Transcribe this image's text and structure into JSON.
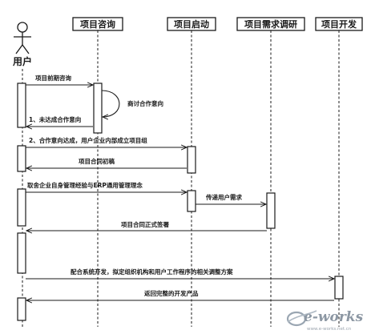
{
  "actor": {
    "label": "用户"
  },
  "participants": [
    {
      "id": "consult",
      "label": "项目咨询"
    },
    {
      "id": "start",
      "label": "项目启动"
    },
    {
      "id": "research",
      "label": "项目需求调研"
    },
    {
      "id": "develop",
      "label": "项目开发"
    }
  ],
  "messages": [
    {
      "id": "m1",
      "text": "项目前期咨询"
    },
    {
      "id": "m2",
      "text": "商讨合作意向"
    },
    {
      "id": "m3",
      "text": "1、未达成合作意向"
    },
    {
      "id": "m4",
      "text": "2、合作意向达成，用户企业内部成立项目组"
    },
    {
      "id": "m5",
      "text": "项目合同初稿"
    },
    {
      "id": "m6",
      "text": "取舍企业自身管理经验与ERP通用管理理念"
    },
    {
      "id": "m7",
      "text": "传递用户需求"
    },
    {
      "id": "m8",
      "text": "项目合同正式签署"
    },
    {
      "id": "m9",
      "text": "配合系统开发，拟定组织机构和用户工作程序的相关调整方案"
    },
    {
      "id": "m10",
      "text": "返回完整的开发产品"
    }
  ],
  "watermark": {
    "text": "e-works",
    "url": "www.e-works.net.cn"
  }
}
